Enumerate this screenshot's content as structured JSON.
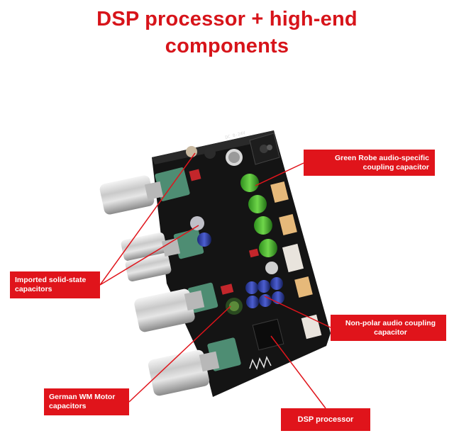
{
  "header": {
    "title_line1": "DSP processor + high-end",
    "title_line2": "components"
  },
  "callouts": {
    "green_robe": "Green Robe audio-specific coupling capacitor",
    "solid_state": "Imported solid-state capacitors",
    "non_polar": "Non-polar audio coupling capacitor",
    "german_wm": "German WM Motor capacitors",
    "dsp": "DSP processor"
  },
  "board": {
    "silkscreen": "DC 8-24V"
  },
  "colors": {
    "accent_red": "#e0141b",
    "title_red": "#d7141a",
    "pcb": "#141414"
  }
}
